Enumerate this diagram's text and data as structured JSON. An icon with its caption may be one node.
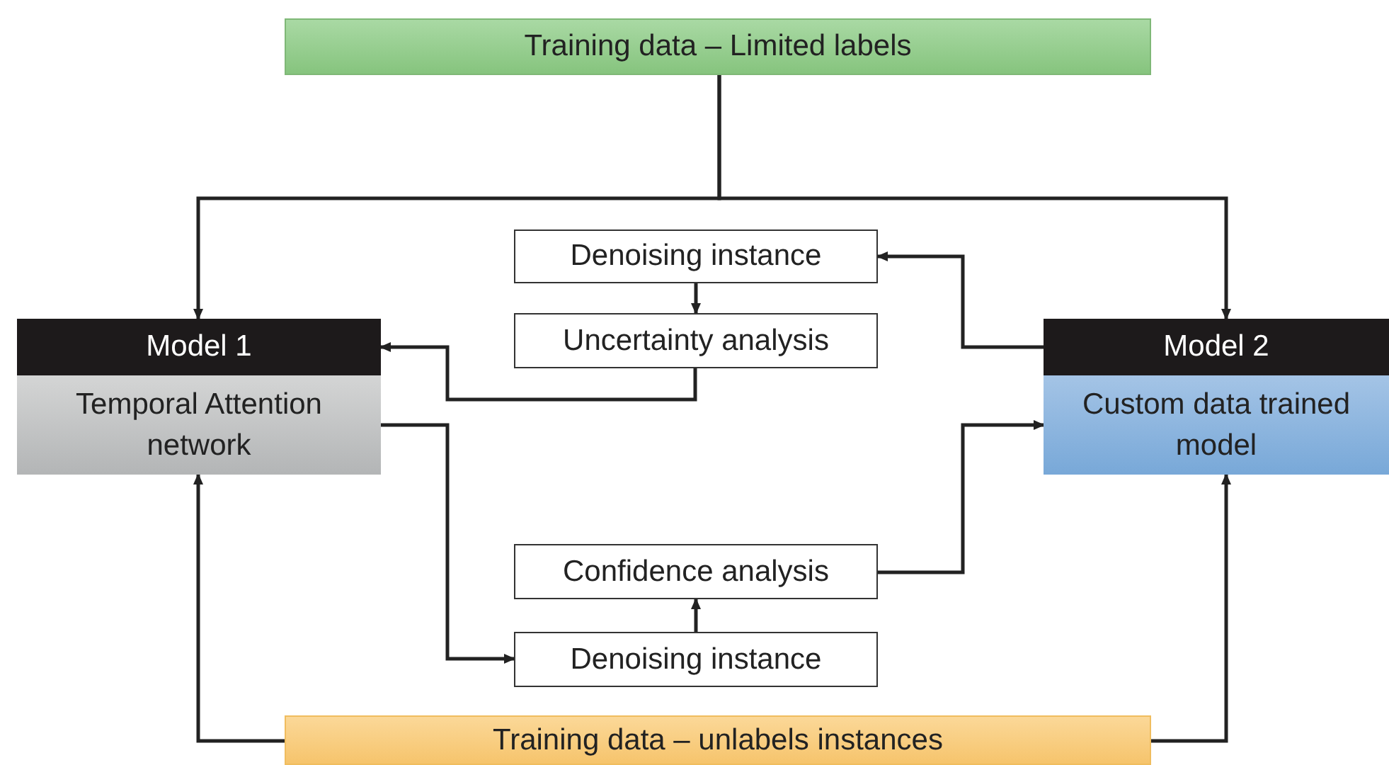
{
  "diagram": {
    "nodes": [
      {
        "text": [
          "Training data – Limited labels"
        ]
      },
      {
        "text": [
          "Model 1"
        ]
      },
      {
        "text": [
          "Temporal Attention network"
        ]
      },
      {
        "text": [
          "Model 2"
        ]
      },
      {
        "text": [
          "Custom data trained model"
        ]
      },
      {
        "text": [
          "Denoising instance"
        ]
      },
      {
        "text": [
          "Uncertainty analysis"
        ]
      },
      {
        "text": [
          "Confidence analysis"
        ]
      },
      {
        "text": [
          "Denoising instance"
        ]
      },
      {
        "text": [
          "Training data – unlabels instances"
        ]
      }
    ],
    "edges": [
      {
        "from": 0,
        "to": 1,
        "arrow": "to"
      },
      {
        "from": 0,
        "to": 3,
        "arrow": "to"
      },
      {
        "from": 3,
        "to": 5,
        "arrow": "to"
      },
      {
        "from": 5,
        "to": 6,
        "arrow": "to"
      },
      {
        "from": 6,
        "to": 1,
        "arrow": "to"
      },
      {
        "from": 2,
        "to": 8,
        "arrow": "to"
      },
      {
        "from": 8,
        "to": 7,
        "arrow": "to"
      },
      {
        "from": 7,
        "to": 4,
        "arrow": "to"
      },
      {
        "from": 9,
        "to": 2,
        "arrow": "to"
      },
      {
        "from": 9,
        "to": 4,
        "arrow": "to"
      }
    ]
  }
}
